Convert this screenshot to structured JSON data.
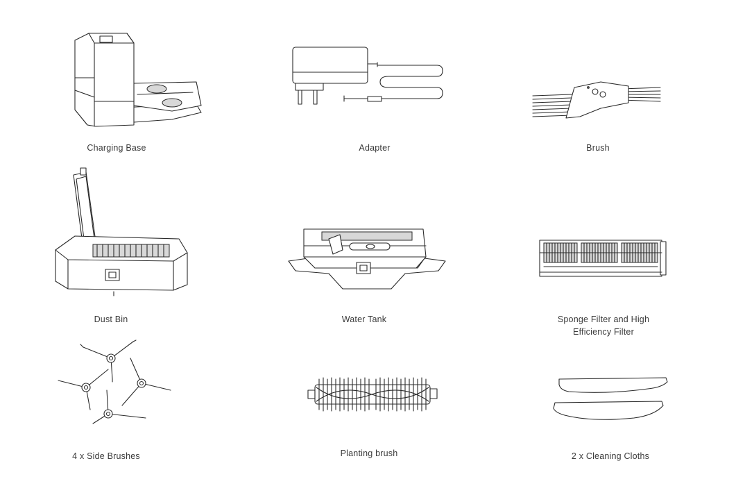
{
  "items": [
    {
      "label": "Charging Base",
      "icon": "charging-base-icon"
    },
    {
      "label": "Adapter",
      "icon": "adapter-icon"
    },
    {
      "label": "Brush",
      "icon": "brush-icon"
    },
    {
      "label": "Dust Bin",
      "icon": "dust-bin-icon"
    },
    {
      "label": "Water Tank",
      "icon": "water-tank-icon"
    },
    {
      "label_line1": "Sponge Filter and High",
      "label_line2": "Efficiency Filter",
      "icon": "filter-icon"
    },
    {
      "label": "4 x Side Brushes",
      "icon": "side-brushes-icon"
    },
    {
      "label": "Planting brush",
      "icon": "planting-brush-icon"
    },
    {
      "label": "2 x Cleaning Cloths",
      "icon": "cleaning-cloths-icon"
    }
  ]
}
